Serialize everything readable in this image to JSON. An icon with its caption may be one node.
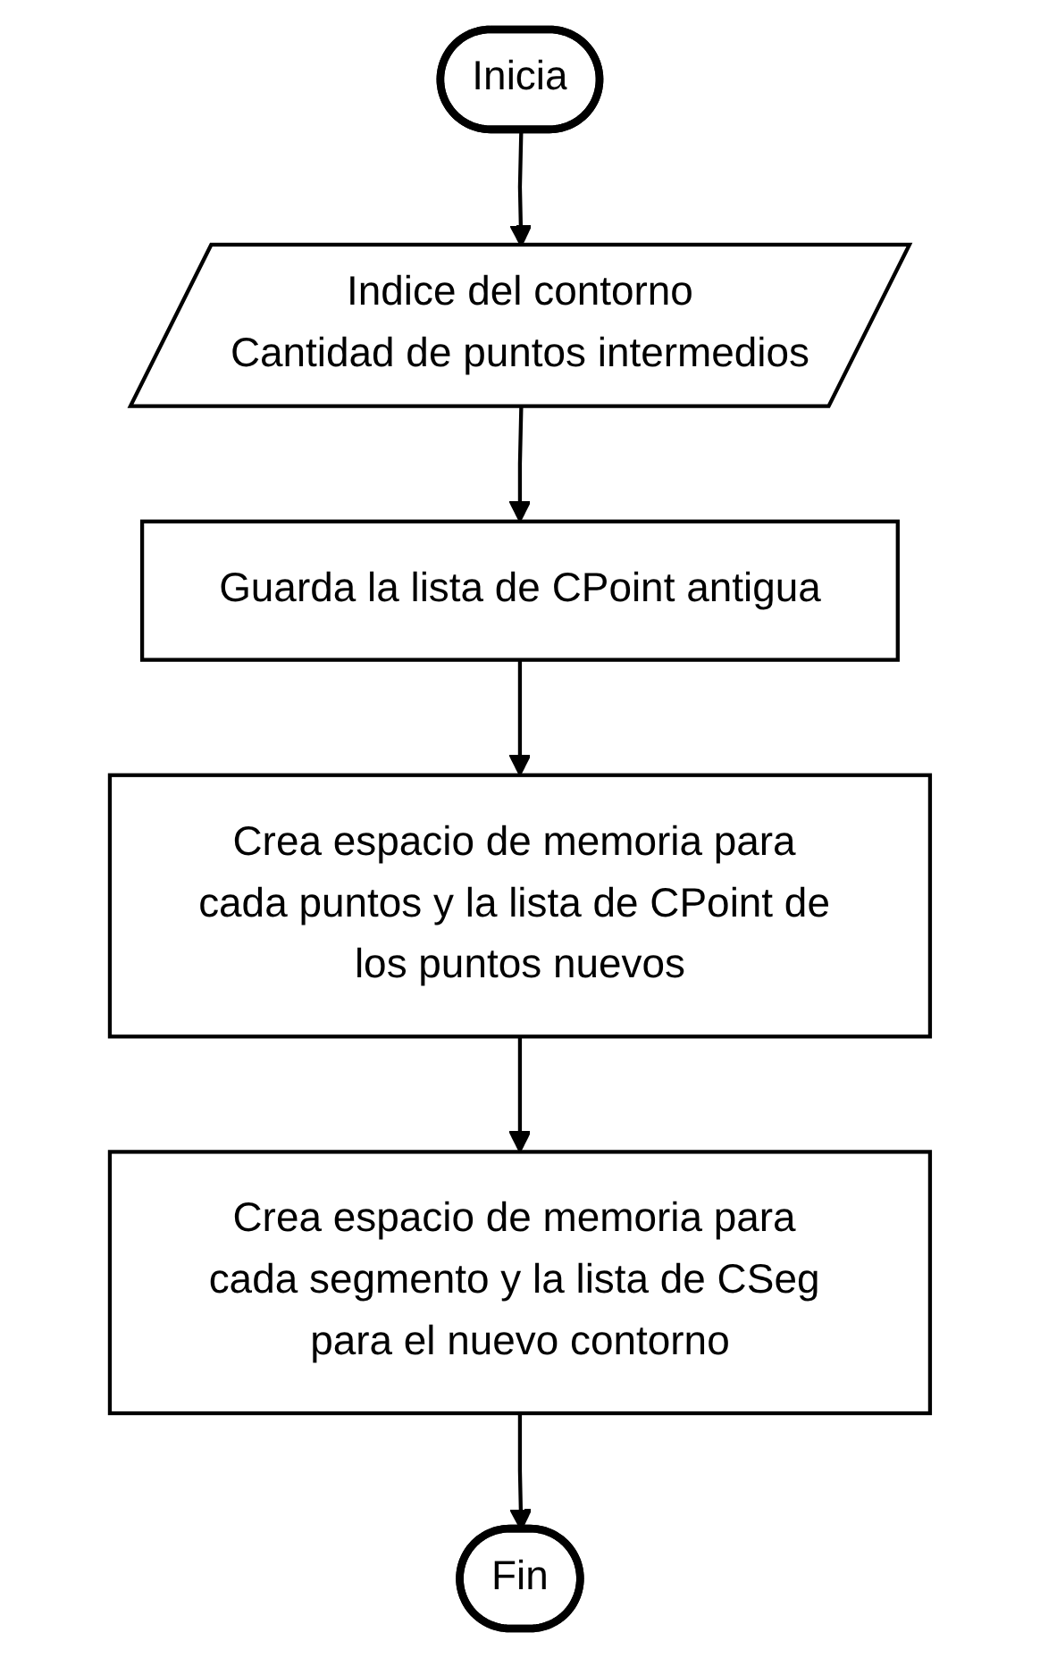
{
  "diagram": {
    "nodes": [
      {
        "text": [
          "Inicia"
        ]
      },
      {
        "text": [
          "Indice del contorno",
          "Cantidad de puntos intermedios"
        ]
      },
      {
        "text": [
          "Guarda la lista de CPoint antigua"
        ]
      },
      {
        "text": [
          "Crea espacio de memoria para cada puntos y la lista de CPoint de los puntos nuevos"
        ]
      },
      {
        "text": [
          "Crea espacio de memoria para cada segmento y la lista de CSeg para el nuevo contorno"
        ]
      },
      {
        "text": [
          "Fin"
        ]
      }
    ],
    "edges": [
      {
        "from": 0,
        "to": 1,
        "arrow": "to"
      },
      {
        "from": 1,
        "to": 2,
        "arrow": "to"
      },
      {
        "from": 2,
        "to": 3,
        "arrow": "to"
      },
      {
        "from": 3,
        "to": 4,
        "arrow": "to"
      },
      {
        "from": 4,
        "to": 5,
        "arrow": "to"
      }
    ]
  }
}
